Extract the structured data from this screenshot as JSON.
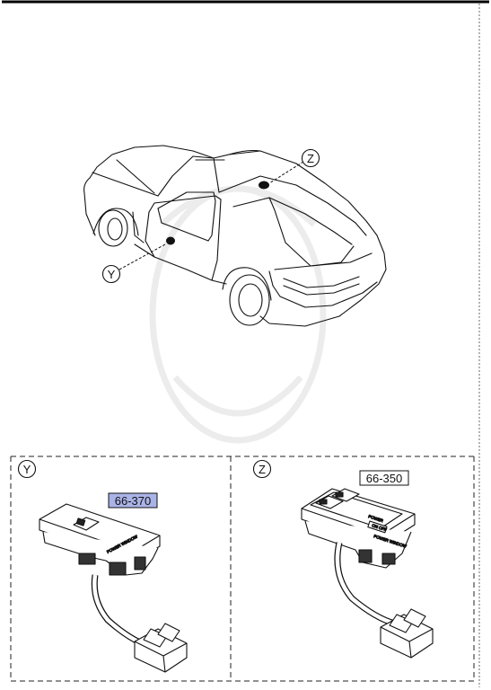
{
  "diagram": {
    "callouts": [
      {
        "id": "Y",
        "label": "Y"
      },
      {
        "id": "Z",
        "label": "Z"
      }
    ],
    "parts": [
      {
        "view": "Y",
        "number": "66-370",
        "highlighted": true,
        "highlight_color": "#aab3e6"
      },
      {
        "view": "Z",
        "number": "66-350",
        "highlighted": false
      }
    ],
    "switch_text": {
      "y_label": "POWER WINDOW",
      "z_label_top": "POWER",
      "z_label_btn": "ON OFF",
      "z_label_bottom": "POWER WINDOW"
    }
  }
}
